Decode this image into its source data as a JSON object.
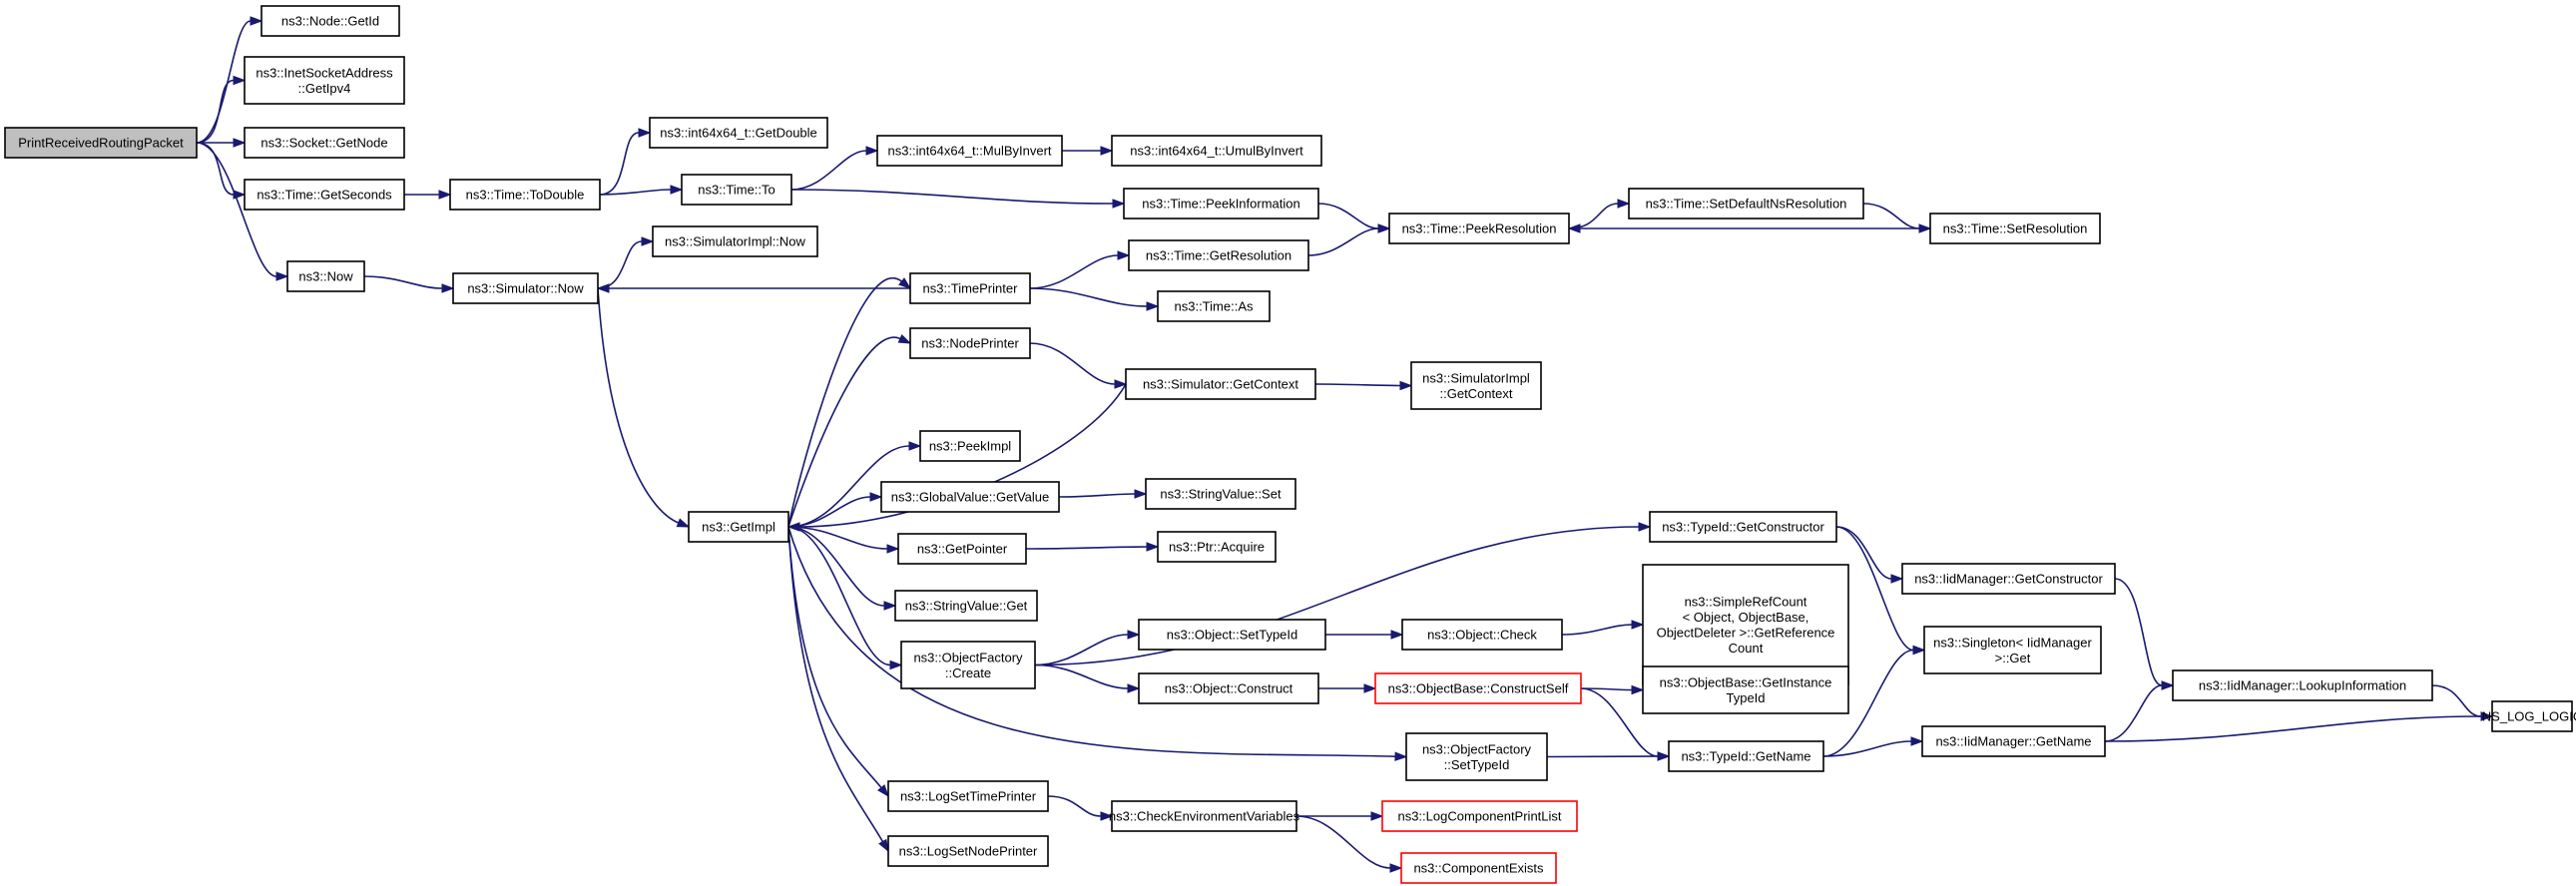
{
  "nodes": [
    {
      "id": "root",
      "lines": [
        "PrintReceivedRoutingPacket"
      ]
    },
    {
      "id": "nodeGetId",
      "lines": [
        "ns3::Node::GetId"
      ]
    },
    {
      "id": "inetGetIpv4",
      "lines": [
        "ns3::InetSocketAddress",
        "::GetIpv4"
      ]
    },
    {
      "id": "socketGetNode",
      "lines": [
        "ns3::Socket::GetNode"
      ]
    },
    {
      "id": "timeGetSeconds",
      "lines": [
        "ns3::Time::GetSeconds"
      ]
    },
    {
      "id": "now",
      "lines": [
        "ns3::Now"
      ]
    },
    {
      "id": "timeToDouble",
      "lines": [
        "ns3::Time::ToDouble"
      ]
    },
    {
      "id": "int64GetDouble",
      "lines": [
        "ns3::int64x64_t::GetDouble"
      ]
    },
    {
      "id": "timeTo",
      "lines": [
        "ns3::Time::To"
      ]
    },
    {
      "id": "mulByInvert",
      "lines": [
        "ns3::int64x64_t::MulByInvert"
      ]
    },
    {
      "id": "umulByInvert",
      "lines": [
        "ns3::int64x64_t::UmulByInvert"
      ]
    },
    {
      "id": "peekInformation",
      "lines": [
        "ns3::Time::PeekInformation"
      ]
    },
    {
      "id": "peekResolution",
      "lines": [
        "ns3::Time::PeekResolution"
      ]
    },
    {
      "id": "setDefaultNsResolution",
      "lines": [
        "ns3::Time::SetDefaultNsResolution"
      ]
    },
    {
      "id": "setResolution",
      "lines": [
        "ns3::Time::SetResolution"
      ]
    },
    {
      "id": "simulatorNow",
      "lines": [
        "ns3::Simulator::Now"
      ]
    },
    {
      "id": "simImplNow",
      "lines": [
        "ns3::SimulatorImpl::Now"
      ]
    },
    {
      "id": "timePrinter",
      "lines": [
        "ns3::TimePrinter"
      ]
    },
    {
      "id": "getResolution",
      "lines": [
        "ns3::Time::GetResolution"
      ]
    },
    {
      "id": "timeAs",
      "lines": [
        "ns3::Time::As"
      ]
    },
    {
      "id": "nodePrinter",
      "lines": [
        "ns3::NodePrinter"
      ]
    },
    {
      "id": "simGetContext",
      "lines": [
        "ns3::Simulator::GetContext"
      ]
    },
    {
      "id": "simImplGetContext",
      "lines": [
        "ns3::SimulatorImpl",
        "::GetContext"
      ]
    },
    {
      "id": "peekImpl",
      "lines": [
        "ns3::PeekImpl"
      ]
    },
    {
      "id": "globalGetValue",
      "lines": [
        "ns3::GlobalValue::GetValue"
      ]
    },
    {
      "id": "stringValueSet",
      "lines": [
        "ns3::StringValue::Set"
      ]
    },
    {
      "id": "getImpl",
      "lines": [
        "ns3::GetImpl"
      ]
    },
    {
      "id": "getPointer",
      "lines": [
        "ns3::GetPointer"
      ]
    },
    {
      "id": "ptrAcquire",
      "lines": [
        "ns3::Ptr::Acquire"
      ]
    },
    {
      "id": "stringValueGet",
      "lines": [
        "ns3::StringValue::Get"
      ]
    },
    {
      "id": "typeIdGetConstructor",
      "lines": [
        "ns3::TypeId::GetConstructor"
      ]
    },
    {
      "id": "iidGetConstructor",
      "lines": [
        "ns3::IidManager::GetConstructor"
      ]
    },
    {
      "id": "objFactoryCreate",
      "lines": [
        "ns3::ObjectFactory",
        "::Create"
      ]
    },
    {
      "id": "objSetTypeId",
      "lines": [
        "ns3::Object::SetTypeId"
      ]
    },
    {
      "id": "objCheck",
      "lines": [
        "ns3::Object::Check"
      ]
    },
    {
      "id": "simpleRefCount",
      "lines": [
        "ns3::SimpleRefCount",
        "< Object, ObjectBase,",
        "ObjectDeleter >::GetReference",
        "Count"
      ]
    },
    {
      "id": "singletonGet",
      "lines": [
        "ns3::Singleton< IidManager",
        ">::Get"
      ]
    },
    {
      "id": "objConstruct",
      "lines": [
        "ns3::Object::Construct"
      ]
    },
    {
      "id": "constructSelf",
      "lines": [
        "ns3::ObjectBase::ConstructSelf"
      ]
    },
    {
      "id": "getInstanceTypeId",
      "lines": [
        "ns3::ObjectBase::GetInstance",
        "TypeId"
      ]
    },
    {
      "id": "lookupInformation",
      "lines": [
        "ns3::IidManager::LookupInformation"
      ]
    },
    {
      "id": "nsLogLogic",
      "lines": [
        "NS_LOG_LOGIC"
      ]
    },
    {
      "id": "objFactorySetTypeId",
      "lines": [
        "ns3::ObjectFactory",
        "::SetTypeId"
      ]
    },
    {
      "id": "typeIdGetName",
      "lines": [
        "ns3::TypeId::GetName"
      ]
    },
    {
      "id": "iidGetName",
      "lines": [
        "ns3::IidManager::GetName"
      ]
    },
    {
      "id": "logSetTimePrinter",
      "lines": [
        "ns3::LogSetTimePrinter"
      ]
    },
    {
      "id": "checkEnvVars",
      "lines": [
        "ns3::CheckEnvironmentVariables"
      ]
    },
    {
      "id": "logComponentPrintList",
      "lines": [
        "ns3::LogComponentPrintList"
      ]
    },
    {
      "id": "logSetNodePrinter",
      "lines": [
        "ns3::LogSetNodePrinter"
      ]
    },
    {
      "id": "componentExists",
      "lines": [
        "ns3::ComponentExists"
      ]
    }
  ],
  "edges": [
    [
      "root",
      "nodeGetId"
    ],
    [
      "root",
      "inetGetIpv4"
    ],
    [
      "root",
      "socketGetNode"
    ],
    [
      "root",
      "timeGetSeconds"
    ],
    [
      "root",
      "now"
    ],
    [
      "timeGetSeconds",
      "timeToDouble"
    ],
    [
      "timeToDouble",
      "int64GetDouble"
    ],
    [
      "timeToDouble",
      "timeTo"
    ],
    [
      "timeTo",
      "mulByInvert"
    ],
    [
      "mulByInvert",
      "umulByInvert"
    ],
    [
      "timeTo",
      "peekInformation"
    ],
    [
      "peekInformation",
      "peekResolution"
    ],
    [
      "peekResolution",
      "setDefaultNsResolution"
    ],
    [
      "setDefaultNsResolution",
      "setResolution"
    ],
    [
      "setResolution",
      "peekResolution"
    ],
    [
      "now",
      "simulatorNow"
    ],
    [
      "simulatorNow",
      "simImplNow"
    ],
    [
      "simulatorNow",
      "getImpl"
    ],
    [
      "timePrinter",
      "simulatorNow"
    ],
    [
      "timePrinter",
      "getResolution"
    ],
    [
      "timePrinter",
      "timeAs"
    ],
    [
      "getResolution",
      "peekResolution"
    ],
    [
      "nodePrinter",
      "simGetContext"
    ],
    [
      "simGetContext",
      "simImplGetContext"
    ],
    [
      "simGetContext",
      "getImpl"
    ],
    [
      "getImpl",
      "timePrinter"
    ],
    [
      "getImpl",
      "nodePrinter"
    ],
    [
      "getImpl",
      "peekImpl"
    ],
    [
      "getImpl",
      "globalGetValue"
    ],
    [
      "getImpl",
      "getPointer"
    ],
    [
      "getImpl",
      "stringValueGet"
    ],
    [
      "getImpl",
      "objFactoryCreate"
    ],
    [
      "getImpl",
      "objFactorySetTypeId"
    ],
    [
      "getImpl",
      "logSetTimePrinter"
    ],
    [
      "getImpl",
      "logSetNodePrinter"
    ],
    [
      "globalGetValue",
      "stringValueSet"
    ],
    [
      "getPointer",
      "ptrAcquire"
    ],
    [
      "objFactoryCreate",
      "typeIdGetConstructor"
    ],
    [
      "objFactoryCreate",
      "objSetTypeId"
    ],
    [
      "objFactoryCreate",
      "objConstruct"
    ],
    [
      "typeIdGetConstructor",
      "iidGetConstructor"
    ],
    [
      "typeIdGetConstructor",
      "singletonGet"
    ],
    [
      "iidGetConstructor",
      "lookupInformation"
    ],
    [
      "objSetTypeId",
      "objCheck"
    ],
    [
      "objCheck",
      "simpleRefCount"
    ],
    [
      "objConstruct",
      "constructSelf"
    ],
    [
      "constructSelf",
      "getInstanceTypeId"
    ],
    [
      "constructSelf",
      "typeIdGetName"
    ],
    [
      "objFactorySetTypeId",
      "typeIdGetName"
    ],
    [
      "typeIdGetName",
      "singletonGet"
    ],
    [
      "typeIdGetName",
      "iidGetName"
    ],
    [
      "iidGetName",
      "lookupInformation"
    ],
    [
      "iidGetName",
      "nsLogLogic"
    ],
    [
      "lookupInformation",
      "nsLogLogic"
    ],
    [
      "logSetTimePrinter",
      "checkEnvVars"
    ],
    [
      "checkEnvVars",
      "logComponentPrintList"
    ],
    [
      "checkEnvVars",
      "componentExists"
    ]
  ]
}
